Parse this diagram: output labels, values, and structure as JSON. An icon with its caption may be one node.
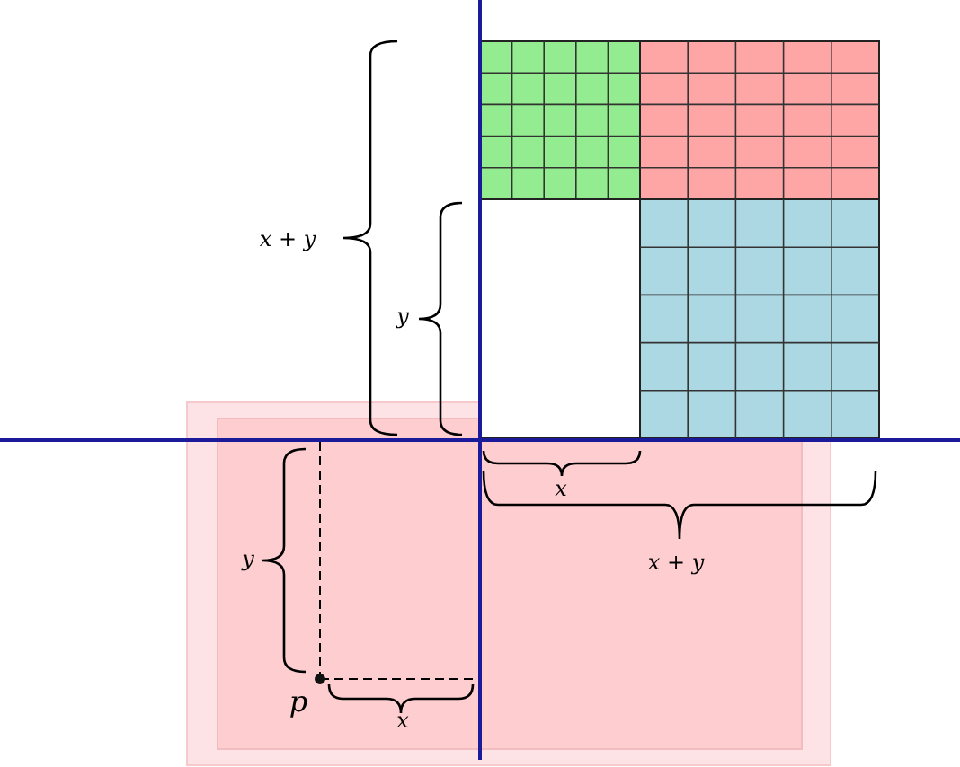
{
  "diagram": {
    "labels": [
      "x + y",
      "y",
      "x",
      "x + y",
      "y",
      "p",
      "x"
    ]
  }
}
